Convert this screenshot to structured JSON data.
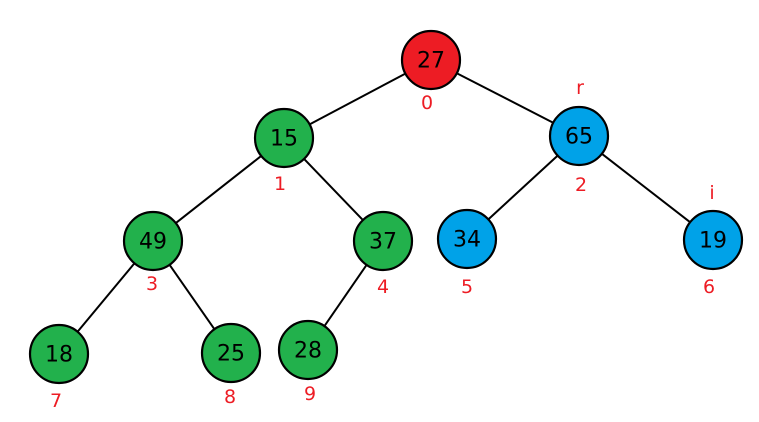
{
  "colors": {
    "root": "#ed1c24",
    "unsorted": "#22b14c",
    "sorted": "#00a2e8",
    "label": "#ed1c24"
  },
  "tree": {
    "nodes": [
      {
        "index": "0",
        "value": "27",
        "state": "root"
      },
      {
        "index": "1",
        "value": "15",
        "state": "unsorted"
      },
      {
        "index": "2",
        "value": "65",
        "state": "sorted"
      },
      {
        "index": "3",
        "value": "49",
        "state": "unsorted"
      },
      {
        "index": "4",
        "value": "37",
        "state": "unsorted"
      },
      {
        "index": "5",
        "value": "34",
        "state": "sorted"
      },
      {
        "index": "6",
        "value": "19",
        "state": "sorted"
      },
      {
        "index": "7",
        "value": "18",
        "state": "unsorted"
      },
      {
        "index": "8",
        "value": "25",
        "state": "unsorted"
      },
      {
        "index": "9",
        "value": "28",
        "state": "unsorted"
      }
    ],
    "edges": [
      [
        0,
        1
      ],
      [
        0,
        2
      ],
      [
        1,
        3
      ],
      [
        1,
        4
      ],
      [
        2,
        5
      ],
      [
        2,
        6
      ],
      [
        3,
        7
      ],
      [
        3,
        8
      ],
      [
        4,
        9
      ]
    ],
    "pointers": [
      {
        "label": "r",
        "node": 2
      },
      {
        "label": "i",
        "node": 6
      }
    ]
  }
}
